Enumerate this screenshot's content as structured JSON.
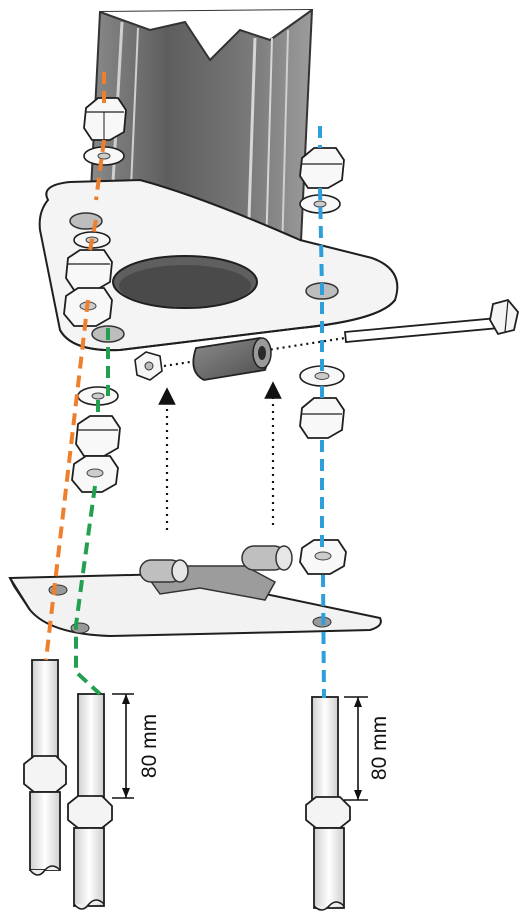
{
  "dimensions": [
    {
      "id": "dim-left",
      "value": "80 mm"
    },
    {
      "id": "dim-right",
      "value": "80 mm"
    }
  ],
  "colors": {
    "orange_guide": "#ee7f2d",
    "green_guide": "#22a050",
    "blue_guide": "#2f9fdc",
    "metal_dark": "#6b6b6b",
    "metal_mid": "#9a9a9a",
    "plate_fill": "#f2f2f2",
    "outline": "#1f1f1f"
  },
  "icons": [
    "mast-profile",
    "top-mounting-plate",
    "bottom-mounting-plate",
    "hex-nut",
    "washer",
    "spacer-tube",
    "bolt",
    "threaded-rod",
    "arrow-up"
  ]
}
